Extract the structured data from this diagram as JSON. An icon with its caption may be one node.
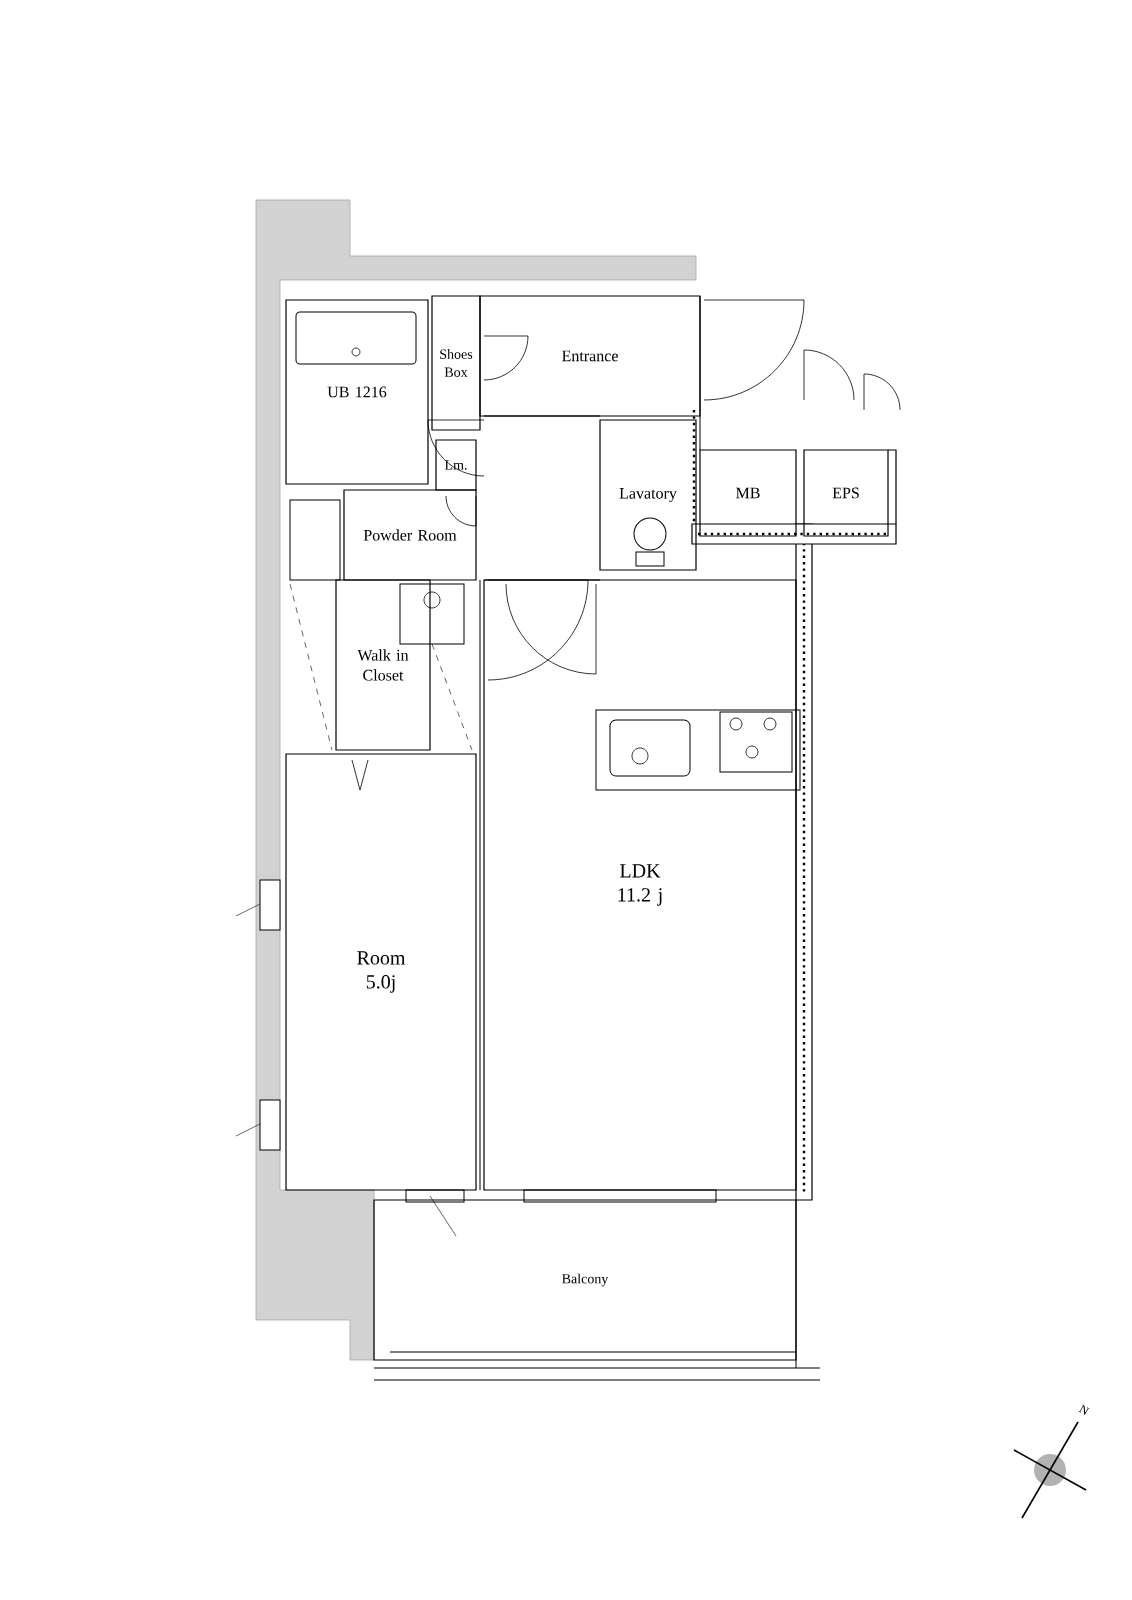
{
  "diagram": {
    "nodes": [
      {
        "text": [
          "Shoes Box"
        ]
      },
      {
        "text": [
          "Entrance"
        ]
      },
      {
        "text": [
          "UB 1216"
        ]
      },
      {
        "text": [
          "Lm."
        ]
      },
      {
        "text": [
          "Lavatory"
        ]
      },
      {
        "text": [
          "MB"
        ]
      },
      {
        "text": [
          "EPS"
        ]
      },
      {
        "text": [
          "Powder Room"
        ]
      },
      {
        "text": [
          "Walk in Closet"
        ]
      },
      {
        "text": [
          "Room",
          "5.0j"
        ]
      },
      {
        "text": [
          "LDK",
          "11.2 j"
        ]
      },
      {
        "text": [
          "Balcony"
        ]
      }
    ],
    "labels": [
      "N"
    ]
  }
}
